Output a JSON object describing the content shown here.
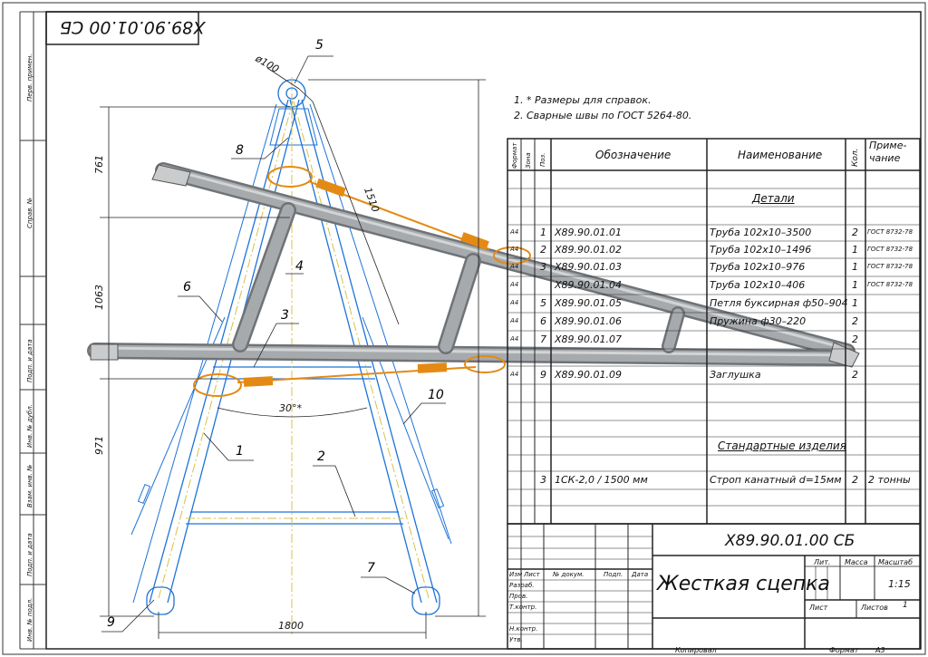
{
  "title_box_mirrored": "X89.90.01.00 СБ",
  "notes": {
    "n1": "1. * Размеры для справок.",
    "n2": "2. Сварные швы по ГОСТ 5264-80."
  },
  "left_strip": [
    "Перв. примен.",
    "Справ. №",
    "Подп. и дата",
    "Инв. № дубл.",
    "Взам. инв. №",
    "Подп. и дата",
    "Инв. № подл."
  ],
  "callouts": [
    "5",
    "8",
    "6",
    "3",
    "4",
    "1",
    "2",
    "10",
    "7",
    "9"
  ],
  "dimensions": {
    "d100": "ø100",
    "d761": "761",
    "d1063": "1063",
    "d971": "971",
    "d1800": "1800",
    "d1510": "1510",
    "d30": "30°*"
  },
  "spec": {
    "headers": {
      "format": "Формат",
      "zone": "Зона",
      "pos": "Поз.",
      "designation": "Обозначение",
      "name": "Наименование",
      "qty": "Кол.",
      "note": "Приме-\nчание"
    },
    "section_parts": "Детали",
    "section_standard": "Стандартные изделия",
    "rows": [
      {
        "fmt": "А4",
        "pos": "1",
        "des": "Х89.90.01.01",
        "name": "Труба 102х10–3500",
        "qty": "2",
        "note": "ГОСТ 8732-78"
      },
      {
        "fmt": "А4",
        "pos": "2",
        "des": "Х89.90.01.02",
        "name": "Труба 102х10–1496",
        "qty": "1",
        "note": "ГОСТ 8732-78"
      },
      {
        "fmt": "А4",
        "pos": "3",
        "des": "Х89.90.01.03",
        "name": "Труба 102х10–976",
        "qty": "1",
        "note": "ГОСТ 8732-78"
      },
      {
        "fmt": "А4",
        "pos": "",
        "des": "Х89.90.01.04",
        "name": "Труба 102х10–406",
        "qty": "1",
        "note": "ГОСТ 8732-78"
      },
      {
        "fmt": "А4",
        "pos": "5",
        "des": "Х89.90.01.05",
        "name": "Петля буксирная ф50–904",
        "qty": "1",
        "note": ""
      },
      {
        "fmt": "А4",
        "pos": "6",
        "des": "Х89.90.01.06",
        "name": "Пружина ф30–220",
        "qty": "2",
        "note": ""
      },
      {
        "fmt": "А4",
        "pos": "7",
        "des": "Х89.90.01.07",
        "name": "",
        "qty": "2",
        "note": ""
      },
      {
        "fmt": "А4",
        "pos": "9",
        "des": "Х89.90.01.09",
        "name": "Заглушка",
        "qty": "2",
        "note": ""
      }
    ],
    "standard_row": {
      "pos": "3",
      "des": "1СК-2,0 / 1500 мм",
      "name": "Строп канатный d=15мм",
      "qty": "2",
      "note": "2 тонны"
    }
  },
  "title_block": {
    "doc_number": "Х89.90.01.00 СБ",
    "name": "Жесткая сцепка",
    "lit_label": "Лит.",
    "mass_label": "Масса",
    "scale_label": "Масштаб",
    "scale": "1:15",
    "sheet_label": "Лист",
    "sheets_label": "Листов",
    "sheets": "1",
    "rows_labels": {
      "izm": "Изм",
      "list": "Лист",
      "doc": "№ докум.",
      "sign": "Подп.",
      "date": "Дата"
    },
    "roles": [
      "Разраб.",
      "Пров.",
      "Т.контр.",
      "",
      "Н.контр.",
      "Утв."
    ],
    "copied": "Копировал",
    "format_label": "Формат",
    "format": "А3"
  }
}
